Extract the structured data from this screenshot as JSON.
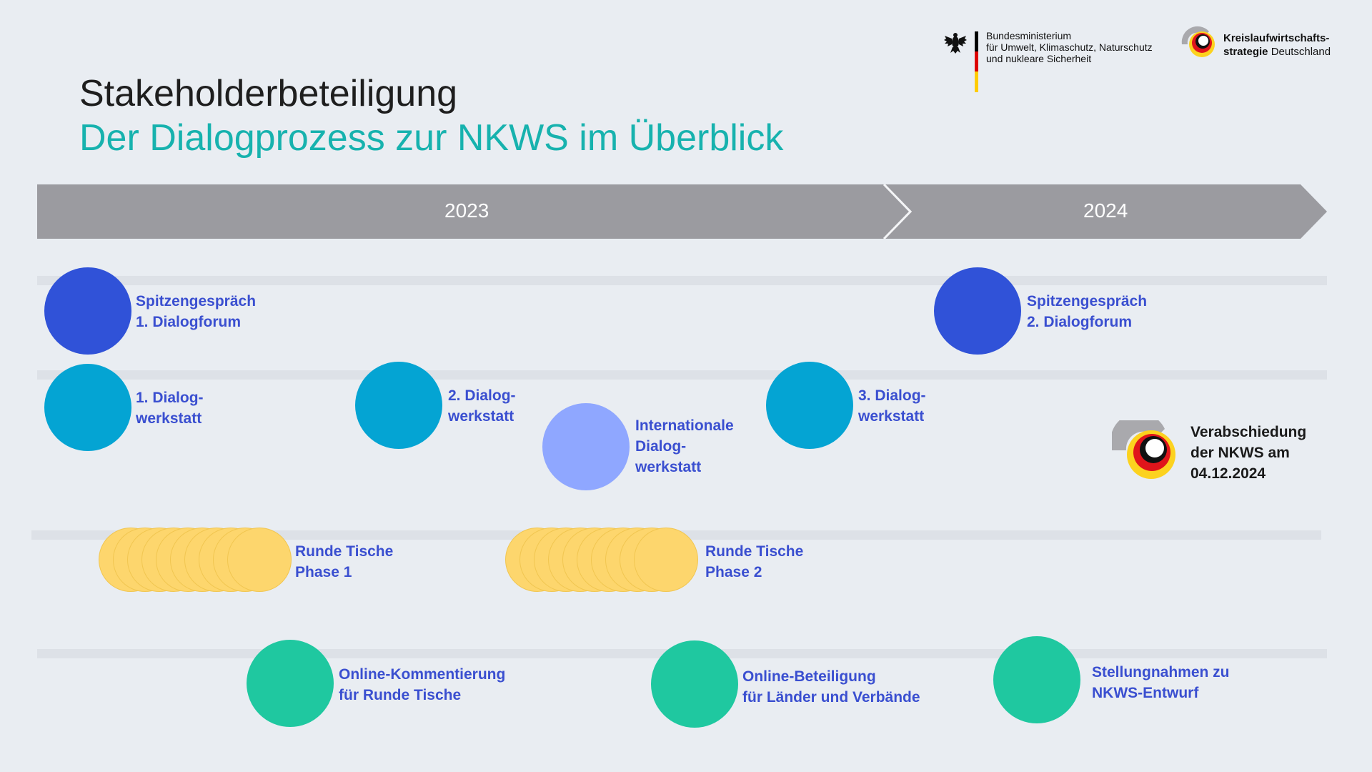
{
  "header": {
    "title": "Stakeholderbeteiligung",
    "subtitle": "Der Dialogprozess zur NKWS im Überblick"
  },
  "logos": {
    "bmuv": {
      "line1": "Bundesministerium",
      "line2": "für Umwelt, Klimaschutz, Naturschutz",
      "line3": "und nukleare Sicherheit"
    },
    "kws": {
      "line1_bold": "Kreislaufwirtschafts-",
      "line2_bold": "strategie",
      "line2_rest": " Deutschland"
    }
  },
  "timeline": {
    "years": [
      "2023",
      "2024"
    ]
  },
  "events": {
    "spitzen1": {
      "line1": "Spitzengespräch",
      "line2": "1. Dialogforum"
    },
    "spitzen2": {
      "line1": "Spitzengespräch",
      "line2": "2. Dialogforum"
    },
    "werkstatt1": {
      "line1": "1. Dialog-",
      "line2": "werkstatt"
    },
    "werkstatt2": {
      "line1": "2. Dialog-",
      "line2": "werkstatt"
    },
    "werkstatt3": {
      "line1": "3. Dialog-",
      "line2": "werkstatt"
    },
    "international": {
      "line1": "Internationale",
      "line2": "Dialog-",
      "line3": "werkstatt"
    },
    "verabschiedung": {
      "line1": "Verabschiedung",
      "line2": "der NKWS am",
      "line3": "04.12.2024"
    },
    "runde1": {
      "line1": "Runde Tische",
      "line2": "Phase 1"
    },
    "runde2": {
      "line1": "Runde Tische",
      "line2": "Phase 2"
    },
    "online1": {
      "line1": "Online-Kommentierung",
      "line2": "für Runde Tische"
    },
    "online2": {
      "line1": "Online-Beteiligung",
      "line2": "für Länder und Verbände"
    },
    "stellung": {
      "line1": "Stellungnahmen zu",
      "line2": "NKWS-Entwurf"
    }
  },
  "colors": {
    "title": "#1e1e1e",
    "subtitle": "#17b2ae",
    "arrow": "#9b9ba0",
    "dialogforum": "#3052d8",
    "dialogwerkstatt": "#04a4d3",
    "international": "#8fa7ff",
    "runde_tische": "#fdd66d",
    "online": "#1fc8a0",
    "label": "#3a4fd0"
  }
}
